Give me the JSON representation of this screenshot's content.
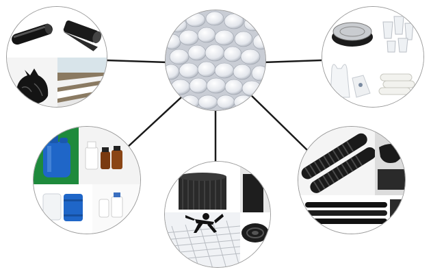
{
  "figure": {
    "hub": {
      "icon": "white-pellets-cluster"
    },
    "branches": [
      {
        "id": "film-bags",
        "icons": [
          "black-pipe-roll-icon",
          "black-film-roll-icon",
          "black-garbage-bag-icon",
          "agricultural-mulch-film-icon"
        ]
      },
      {
        "id": "bottles-drums",
        "icons": [
          "blue-chemical-drum-icon",
          "amber-medicine-bottles-icon",
          "white-and-blue-barrels-icon",
          "white-pill-bottles-icon"
        ]
      },
      {
        "id": "mesh-sheets",
        "icons": [
          "black-sheet-roll-icon",
          "falling-person-safety-net-icon",
          "white-mesh-net-icon",
          "black-mesh-coil-icon"
        ]
      },
      {
        "id": "corrugated-pipes",
        "icons": [
          "black-corrugated-pipe-icon",
          "black-hose-coil-icon",
          "black-tube-bundle-icon"
        ]
      },
      {
        "id": "packaging",
        "icons": [
          "black-plastic-tray-icon",
          "white-cups-stack-icon",
          "white-shopping-bags-icon",
          "white-foam-rolls-icon"
        ]
      }
    ],
    "colors": {
      "line": "#1a1a1a",
      "border": "#9a9a9a",
      "blue": "#1f66c8",
      "black": "#141414"
    }
  }
}
